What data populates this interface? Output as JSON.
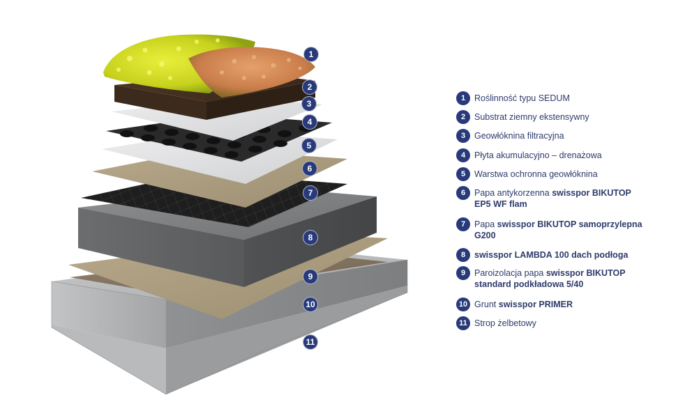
{
  "colors": {
    "badge": "#283a7a",
    "text": "#2e3b6b"
  },
  "layers": [
    {
      "number": "1",
      "texts": [
        {
          "t": "Roślinność typu SEDUM",
          "b": false
        }
      ]
    },
    {
      "number": "2",
      "texts": [
        {
          "t": "Substrat ziemny ekstensywny",
          "b": false
        }
      ]
    },
    {
      "number": "3",
      "texts": [
        {
          "t": "Geowłóknina filtracyjna",
          "b": false
        }
      ]
    },
    {
      "number": "4",
      "texts": [
        {
          "t": "Płyta akumulacyjno – drenażowa",
          "b": false
        }
      ]
    },
    {
      "number": "5",
      "texts": [
        {
          "t": "Warstwa ochronna geowłóknina",
          "b": false
        }
      ]
    },
    {
      "number": "6",
      "texts": [
        {
          "t": "Papa antykorzenna ",
          "b": false
        },
        {
          "t": "swisspor BIKUTOP EP5 WF flam",
          "b": true
        }
      ]
    },
    {
      "number": "7",
      "texts": [
        {
          "t": "Papa ",
          "b": false
        },
        {
          "t": "swisspor BIKUTOP samoprzylepna G200",
          "b": true
        }
      ]
    },
    {
      "number": "8",
      "texts": [
        {
          "t": "swisspor LAMBDA 100 dach podłoga",
          "b": true
        }
      ]
    },
    {
      "number": "9",
      "texts": [
        {
          "t": "Paroizolacja papa ",
          "b": false
        },
        {
          "t": "swisspor BIKUTOP standard podkładowa 5/40",
          "b": true
        }
      ]
    },
    {
      "number": "10",
      "texts": [
        {
          "t": "Grunt ",
          "b": false
        },
        {
          "t": "swisspor PRIMER",
          "b": true
        }
      ]
    },
    {
      "number": "11",
      "texts": [
        {
          "t": "Strop żelbetowy",
          "b": false
        }
      ]
    }
  ]
}
